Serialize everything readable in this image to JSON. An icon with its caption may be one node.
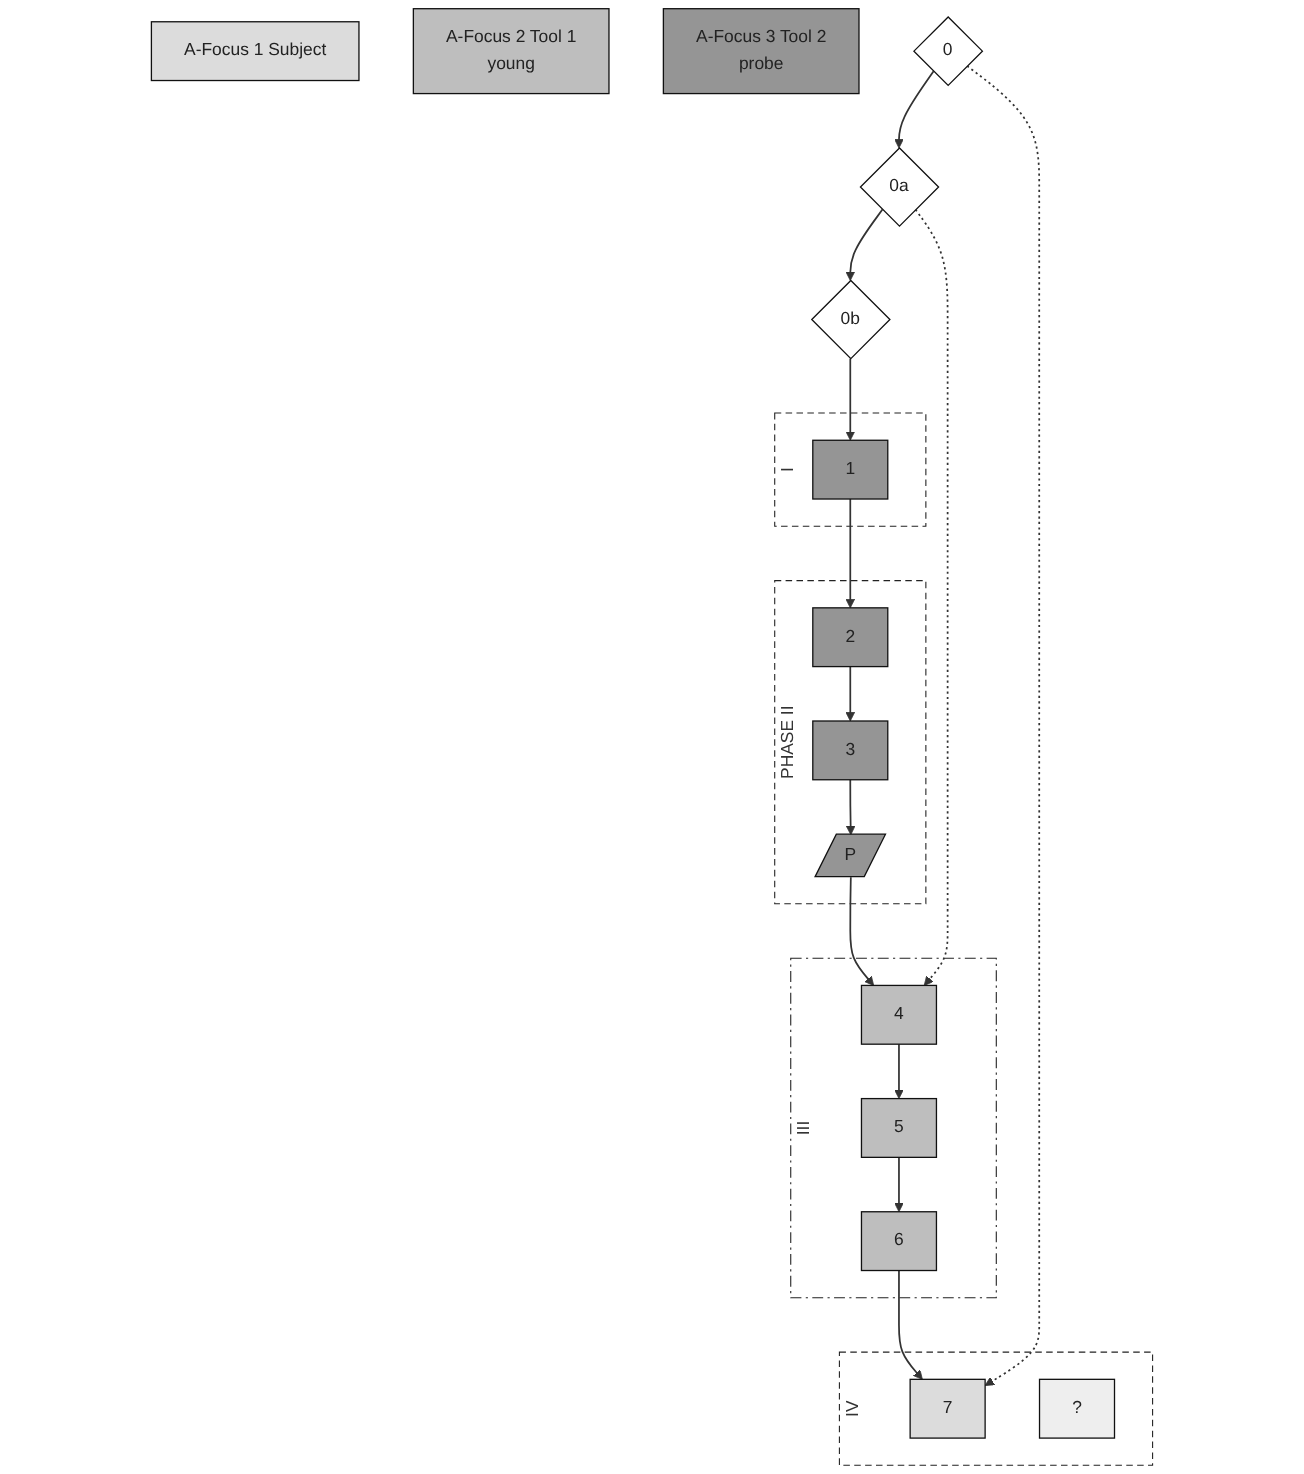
{
  "diagram": {
    "nodes": [
      {
        "text": [
          "A-Focus 1 Subject"
        ]
      },
      {
        "text": [
          "A-Focus 2 Tool 1",
          "young"
        ]
      },
      {
        "text": [
          "A-Focus 3 Tool 2",
          "probe"
        ]
      },
      {
        "text": [
          "0"
        ]
      },
      {
        "text": [
          "0a"
        ]
      },
      {
        "text": [
          "0b"
        ]
      },
      {
        "text": [
          "I"
        ]
      },
      {
        "text": [
          "1"
        ],
        "in": 6
      },
      {
        "text": [
          "PHASE II"
        ]
      },
      {
        "text": [
          "2"
        ],
        "in": 8
      },
      {
        "text": [
          "3"
        ],
        "in": 8
      },
      {
        "text": [
          "P"
        ],
        "in": 8
      },
      {
        "text": [
          "III"
        ]
      },
      {
        "text": [
          "4"
        ],
        "in": 12
      },
      {
        "text": [
          "5"
        ],
        "in": 12
      },
      {
        "text": [
          "6"
        ],
        "in": 12
      },
      {
        "text": [
          "IV"
        ]
      },
      {
        "text": [
          "7"
        ],
        "in": 16
      },
      {
        "text": [
          "?"
        ],
        "in": 16
      }
    ],
    "edges": [
      {
        "from": 3,
        "to": 4,
        "arrow": "to"
      },
      {
        "from": 4,
        "to": 5,
        "arrow": "to"
      },
      {
        "from": 5,
        "to": 7,
        "arrow": "to"
      },
      {
        "from": 7,
        "to": 9,
        "arrow": "to"
      },
      {
        "from": 9,
        "to": 10,
        "arrow": "to"
      },
      {
        "from": 10,
        "to": 11,
        "arrow": "to"
      },
      {
        "from": 11,
        "to": 13,
        "arrow": "to"
      },
      {
        "from": 4,
        "to": 13,
        "arrow": "to",
        "style": "dashed"
      },
      {
        "from": 13,
        "to": 14,
        "arrow": "to"
      },
      {
        "from": 14,
        "to": 15,
        "arrow": "to"
      },
      {
        "from": 15,
        "to": 17,
        "arrow": "to"
      },
      {
        "from": 3,
        "to": 17,
        "arrow": "to",
        "style": "dashed"
      }
    ]
  }
}
